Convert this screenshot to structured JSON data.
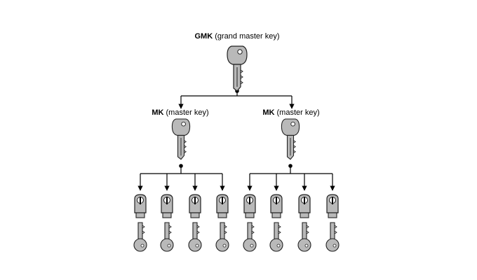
{
  "gmk": {
    "abbr": "GMK",
    "desc": "(grand master key)"
  },
  "mk_left": {
    "abbr": "MK",
    "desc": "(master key)"
  },
  "mk_right": {
    "abbr": "MK",
    "desc": "(master key)"
  },
  "groups": [
    {
      "name": "left",
      "cylinders": 4
    },
    {
      "name": "right",
      "cylinders": 4
    }
  ],
  "colors": {
    "line": "#000000",
    "key_fill": "#b9b9b9",
    "key_stroke": "#222222"
  }
}
